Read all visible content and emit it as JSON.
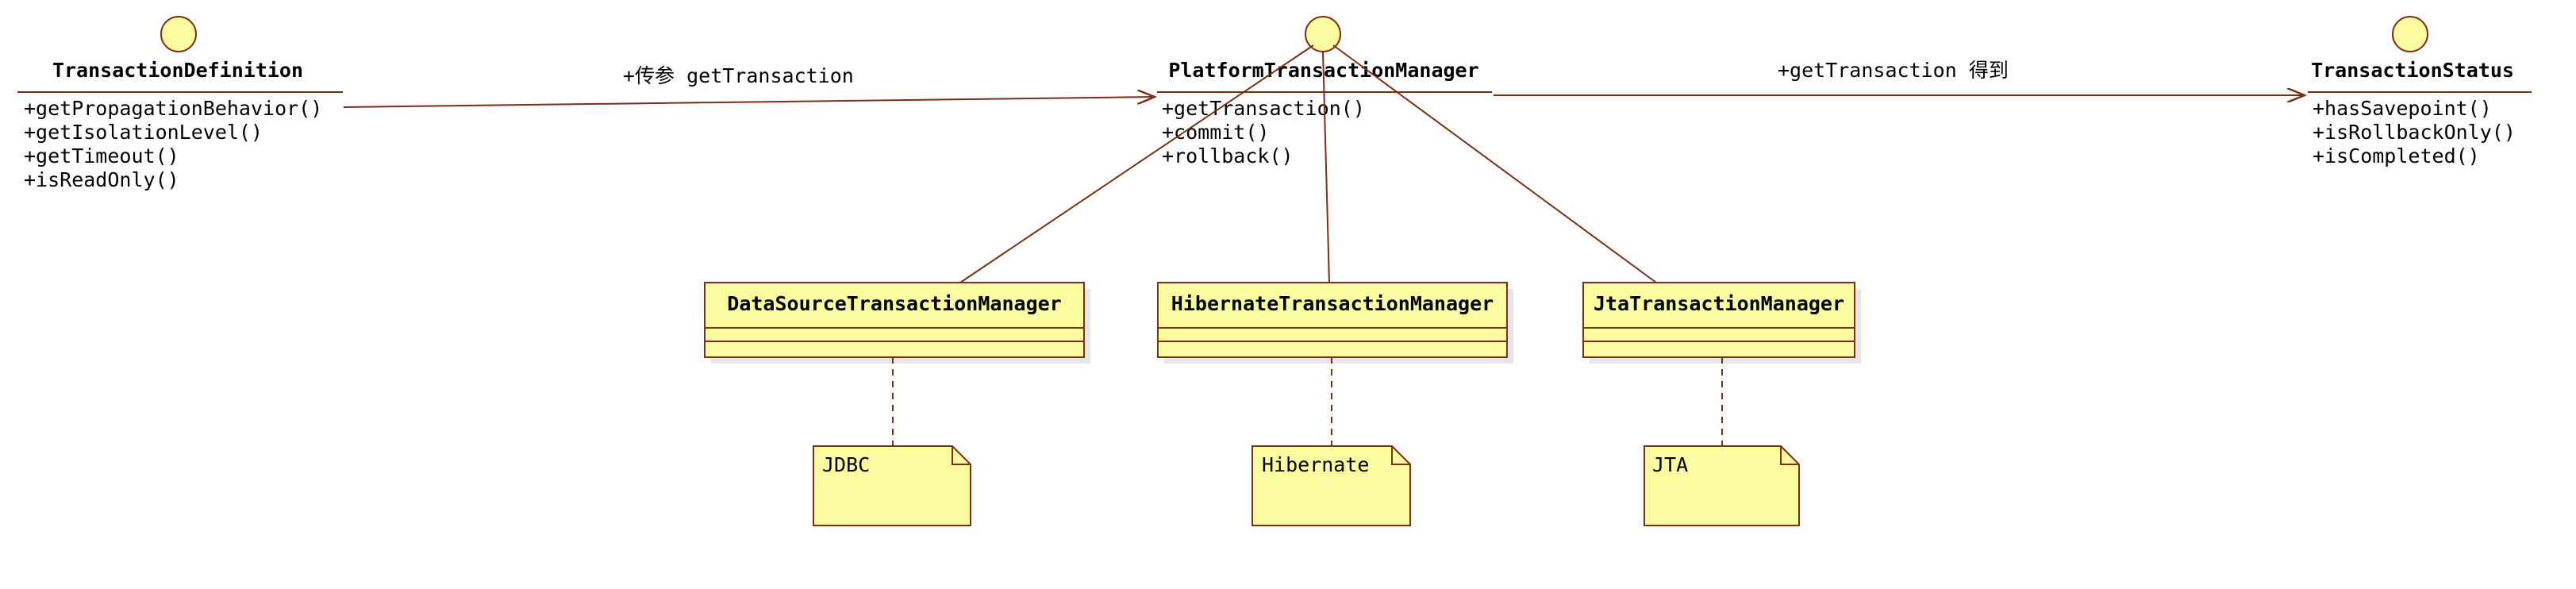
{
  "colors": {
    "line": "#7a2f17",
    "fill": "#fbfb9f",
    "shadow": "#e6e6e6",
    "text": "#000000"
  },
  "interfaces": {
    "definition": {
      "name": "TransactionDefinition",
      "methods": [
        "+getPropagationBehavior()",
        "+getIsolationLevel()",
        "+getTimeout()",
        "+isReadOnly()"
      ]
    },
    "manager": {
      "name": "PlatformTransactionManager",
      "methods": [
        "+getTransaction()",
        "+commit()",
        "+rollback()"
      ]
    },
    "status": {
      "name": "TransactionStatus",
      "methods": [
        "+hasSavepoint()",
        "+isRollbackOnly()",
        "+isCompleted()"
      ]
    }
  },
  "associations": {
    "def_to_manager": "+传参 getTransaction",
    "manager_to_status": "+getTransaction 得到"
  },
  "classes": {
    "datasource": "DataSourceTransactionManager",
    "hibernate": "HibernateTransactionManager",
    "jta": "JtaTransactionManager"
  },
  "notes": {
    "jdbc": "JDBC",
    "hibernate": "Hibernate",
    "jta": "JTA"
  }
}
